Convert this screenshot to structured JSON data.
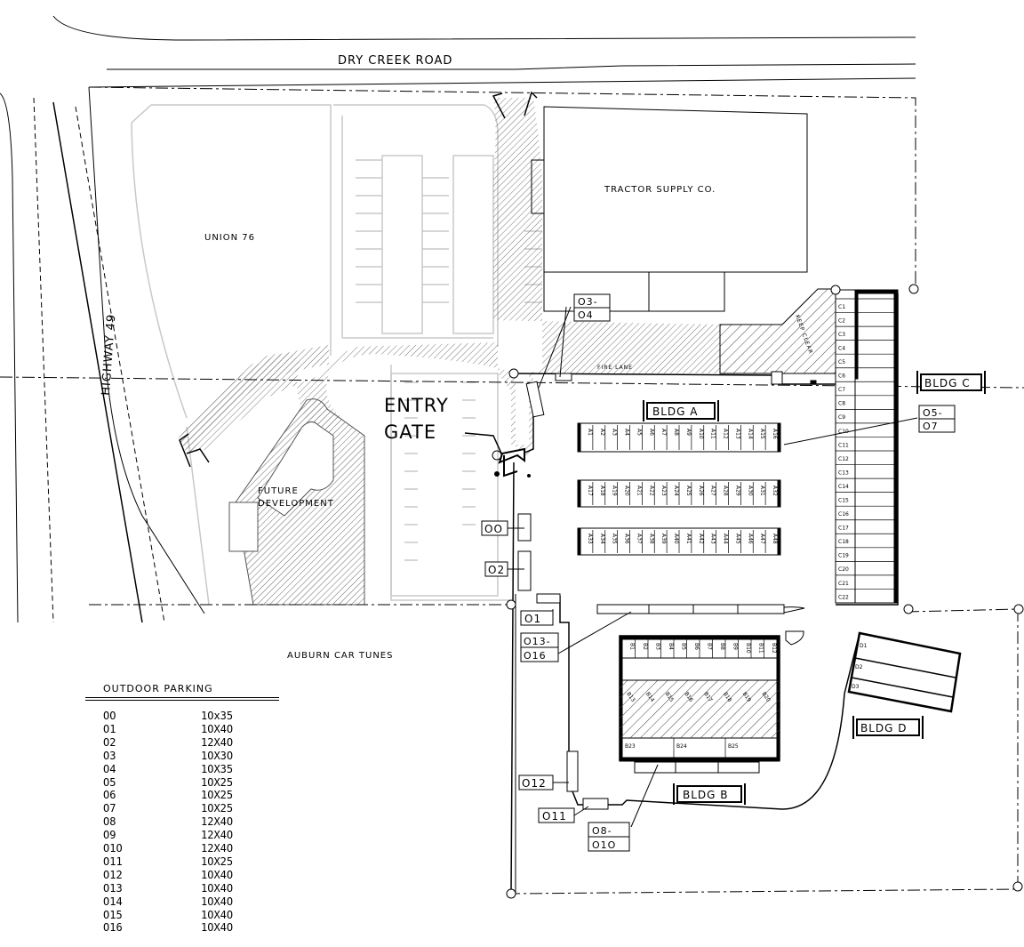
{
  "labels": {
    "road": "DRY CREEK ROAD",
    "highway": "HIGHWAY 49",
    "union76": "UNION 76",
    "tractor": "TRACTOR SUPPLY CO.",
    "entry_gate_line1": "ENTRY",
    "entry_gate_line2": "GATE",
    "future_line1": "FUTURE",
    "future_line2": "DEVELOPMENT",
    "auburn": "AUBURN CAR TUNES",
    "fire_lane": "FIRE LANE",
    "keep_clear": "KEEP CLEAR"
  },
  "buildings": {
    "a": "BLDG A",
    "b": "BLDG B",
    "c": "BLDG C",
    "d": "BLDG D"
  },
  "callouts": {
    "o0": "OO",
    "o1": "O1",
    "o2": "O2",
    "o3_04_l1": "O3-",
    "o3_04_l2": "O4",
    "o5_07_l1": "O5-",
    "o5_07_l2": "O7",
    "o8_010_l1": "O8-",
    "o8_010_l2": "O1O",
    "o11": "O11",
    "o12": "O12",
    "o13_016_l1": "O13-",
    "o13_016_l2": "O16"
  },
  "units": {
    "a_row1": [
      "A1",
      "A2",
      "A3",
      "A4",
      "A5",
      "A6",
      "A7",
      "A8",
      "A9",
      "A10",
      "A11",
      "A12",
      "A13",
      "A14",
      "A15",
      "A16"
    ],
    "a_row2": [
      "A17",
      "A18",
      "A19",
      "A20",
      "A21",
      "A22",
      "A23",
      "A24",
      "A25",
      "A26",
      "A27",
      "A28",
      "A29",
      "A30",
      "A31",
      "A32"
    ],
    "a_row3": [
      "A33",
      "A34",
      "A35",
      "A36",
      "A37",
      "A38",
      "A39",
      "A40",
      "A41",
      "A42",
      "A43",
      "A44",
      "A45",
      "A46",
      "A47",
      "A48"
    ],
    "b_row1": [
      "B1",
      "B2",
      "B3",
      "B4",
      "B5",
      "B6",
      "B7",
      "B8",
      "B9",
      "B10",
      "B11",
      "B12"
    ],
    "b_diag": [
      "B13",
      "B14",
      "B15",
      "B16",
      "B17",
      "B18",
      "B19",
      "B20"
    ],
    "b_row3": [
      "B23",
      "B24",
      "B25"
    ],
    "c": [
      "C1",
      "C2",
      "C3",
      "C4",
      "C5",
      "C6",
      "C7",
      "C8",
      "C9",
      "C10",
      "C11",
      "C12",
      "C13",
      "C14",
      "C15",
      "C16",
      "C17",
      "C18",
      "C19",
      "C20",
      "C21",
      "C22"
    ],
    "d": [
      "D1",
      "D2",
      "D3"
    ]
  },
  "legend": {
    "title": "OUTDOOR PARKING",
    "rows": [
      {
        "code": "OO",
        "size": "1Ox35"
      },
      {
        "code": "O1",
        "size": "1OX4O"
      },
      {
        "code": "O2",
        "size": "12X4O"
      },
      {
        "code": "O3",
        "size": "1OX3O"
      },
      {
        "code": "O4",
        "size": "1OX35"
      },
      {
        "code": "O5",
        "size": "1OX25"
      },
      {
        "code": "O6",
        "size": "1OX25"
      },
      {
        "code": "O7",
        "size": "1OX25"
      },
      {
        "code": "O8",
        "size": "12X4O"
      },
      {
        "code": "O9",
        "size": "12X4O"
      },
      {
        "code": "O1O",
        "size": "12X4O"
      },
      {
        "code": "O11",
        "size": "1OX25"
      },
      {
        "code": "O12",
        "size": "1OX4O"
      },
      {
        "code": "O13",
        "size": "1OX4O"
      },
      {
        "code": "O14",
        "size": "1OX4O"
      },
      {
        "code": "O15",
        "size": "1OX4O"
      },
      {
        "code": "O16",
        "size": "1OX4O"
      }
    ]
  },
  "colors": {
    "ink": "#000000",
    "ghost": "#c8c8c8"
  }
}
